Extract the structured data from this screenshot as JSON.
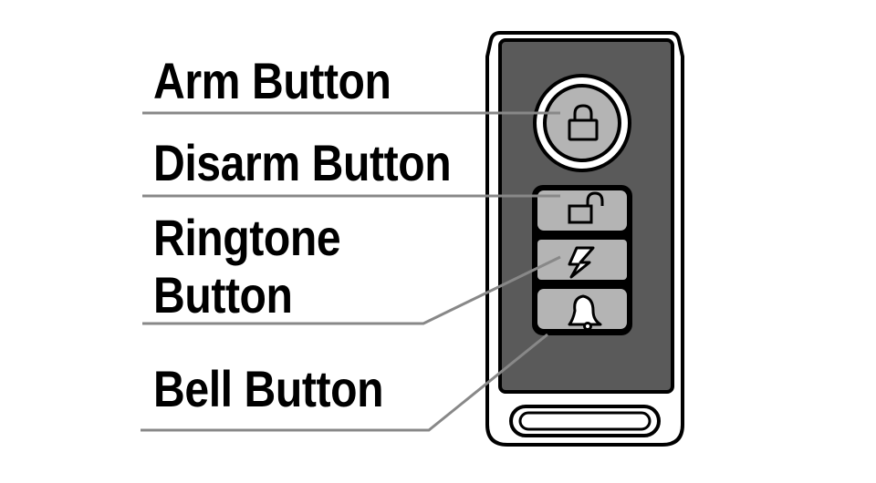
{
  "labels": {
    "arm": "Arm Button",
    "disarm": "Disarm Button",
    "ringtone_line1": "Ringtone",
    "ringtone_line2": "Button",
    "bell": "Bell Button"
  },
  "icons": {
    "arm": "lock-icon",
    "disarm": "unlock-icon",
    "ringtone": "lightning-icon",
    "bell": "bell-icon"
  },
  "colors": {
    "remote_body": "#5a5a5a",
    "button_face": "#b4b4b4",
    "leader_line": "#888888",
    "outline": "#000000"
  }
}
